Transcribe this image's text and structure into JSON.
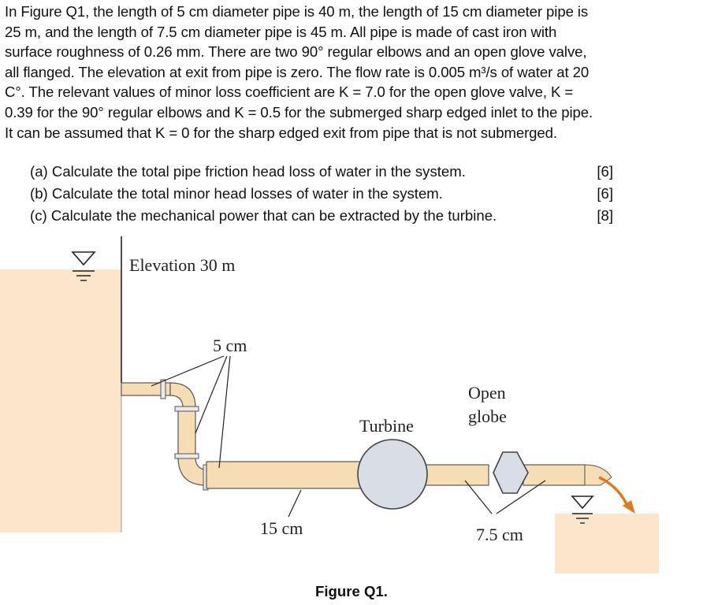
{
  "problem": {
    "lines": [
      "In Figure Q1, the length of 5 cm diameter pipe is 40 m, the length of 15 cm diameter pipe is",
      "25 m, and the length of 7.5 cm diameter pipe is 45 m. All pipe is made of cast iron with",
      "surface roughness of 0.26 mm. There are two 90° regular elbows and an open glove valve,",
      "all flanged. The elevation at exit from pipe is zero. The flow rate is 0.005 m³/s of water at 20",
      "C°. The relevant values of minor loss coefficient are K = 7.0 for the open glove valve, K =",
      "0.39 for the 90° regular elbows and K = 0.5 for the submerged sharp edged inlet to the pipe.",
      "It can be assumed that K = 0 for the sharp edged exit from pipe that is not submerged."
    ]
  },
  "questions": [
    {
      "text": "(a) Calculate the total pipe friction head loss of water in the system.",
      "marks": "[6]"
    },
    {
      "text": "(b) Calculate the total minor head losses of water in the system.",
      "marks": "[6]"
    },
    {
      "text": "(c) Calculate the mechanical power that can be extracted by the turbine.",
      "marks": "[8]"
    }
  ],
  "figure": {
    "elevation_label": "Elevation 30 m",
    "pipe_5cm_label": "5 cm",
    "pipe_15cm_label": "15 cm",
    "pipe_75cm_label": "7.5 cm",
    "turbine_label": "Turbine",
    "valve_label_line1": "Open",
    "valve_label_line2": "globe",
    "caption": "Figure Q1.",
    "colors": {
      "water": "#fbe6cc",
      "pipe": "#f6ddb4",
      "pipe_outline": "#5a5a5a",
      "turbine": "#d9dde6",
      "flow_arrow": "#e07a1e"
    }
  }
}
